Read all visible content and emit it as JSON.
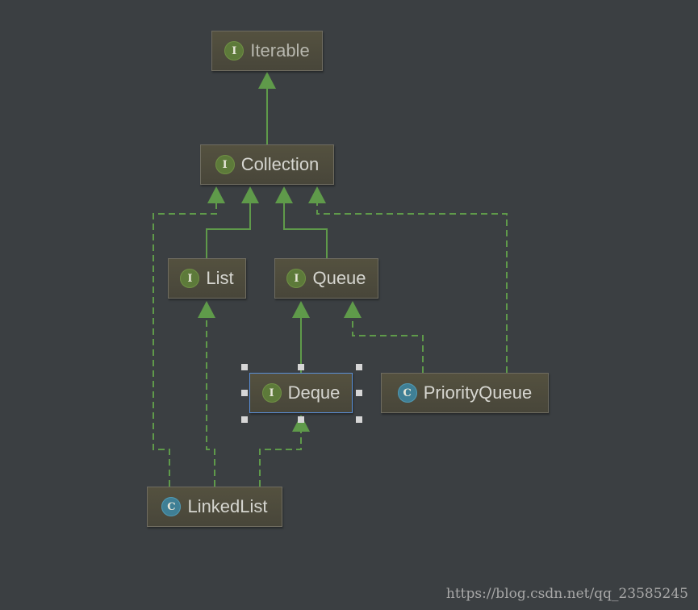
{
  "nodes": {
    "iterable": {
      "label": "Iterable",
      "kind": "interface",
      "kind_letter": "I"
    },
    "collection": {
      "label": "Collection",
      "kind": "interface",
      "kind_letter": "I"
    },
    "list": {
      "label": "List",
      "kind": "interface",
      "kind_letter": "I"
    },
    "queue": {
      "label": "Queue",
      "kind": "interface",
      "kind_letter": "I"
    },
    "deque": {
      "label": "Deque",
      "kind": "interface",
      "kind_letter": "I",
      "selected": true
    },
    "priority_queue": {
      "label": "PriorityQueue",
      "kind": "class",
      "kind_letter": "C"
    },
    "linked_list": {
      "label": "LinkedList",
      "kind": "class",
      "kind_letter": "C"
    }
  },
  "edges": [
    {
      "from": "Collection",
      "to": "Iterable",
      "style": "extends"
    },
    {
      "from": "List",
      "to": "Collection",
      "style": "extends"
    },
    {
      "from": "Queue",
      "to": "Collection",
      "style": "extends"
    },
    {
      "from": "Deque",
      "to": "Queue",
      "style": "extends"
    },
    {
      "from": "PriorityQueue",
      "to": "Queue",
      "style": "implements"
    },
    {
      "from": "PriorityQueue",
      "to": "Collection",
      "style": "implements"
    },
    {
      "from": "LinkedList",
      "to": "Collection",
      "style": "implements"
    },
    {
      "from": "LinkedList",
      "to": "List",
      "style": "implements"
    },
    {
      "from": "LinkedList",
      "to": "Deque",
      "style": "implements"
    }
  ],
  "colors": {
    "background": "#3b3f42",
    "edge": "#5f9a4a",
    "interface_badge": "#5d7a3a",
    "class_badge": "#3f7f95",
    "selection": "#5a8fd8"
  },
  "watermark": "https://blog.csdn.net/qq_23585245"
}
